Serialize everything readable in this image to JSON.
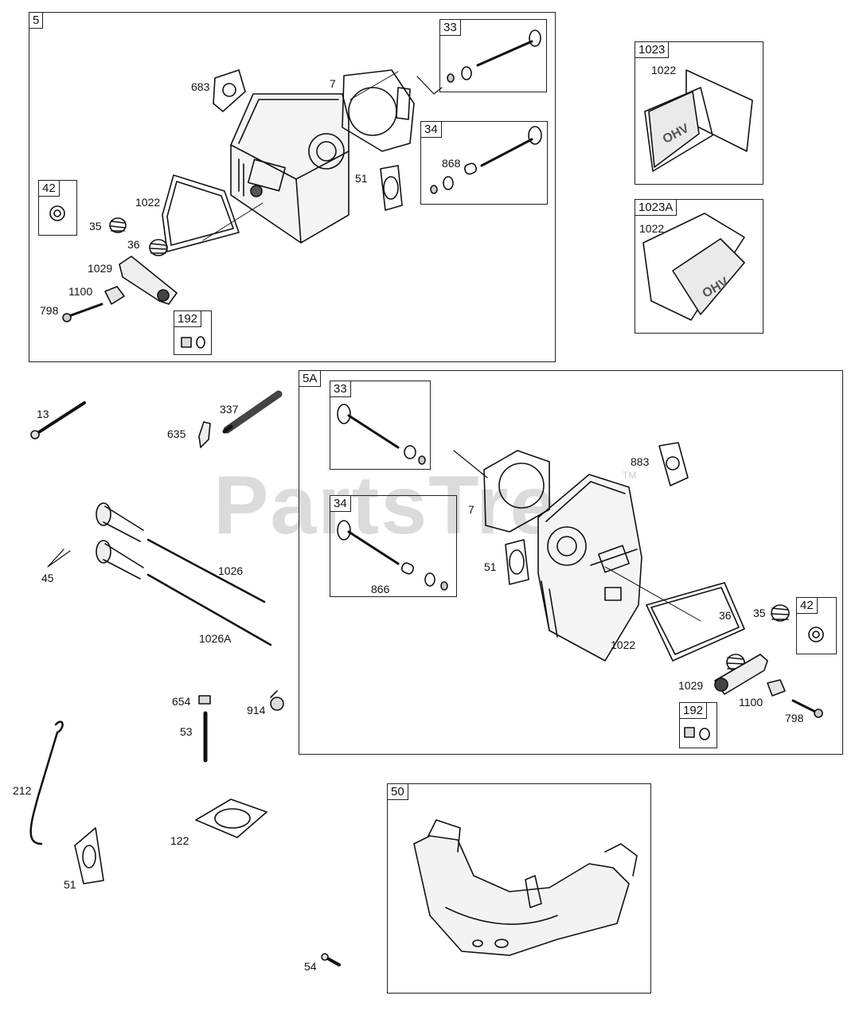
{
  "watermark": {
    "text": "PartsTree",
    "tm": "TM"
  },
  "groups": {
    "g5": {
      "label": "5"
    },
    "g33a": {
      "label": "33"
    },
    "g34a": {
      "label": "34"
    },
    "g42a": {
      "label": "42"
    },
    "g192a": {
      "label": "192"
    },
    "g1023": {
      "label": "1023"
    },
    "g1023A": {
      "label": "1023A"
    },
    "g5A": {
      "label": "5A"
    },
    "g33b": {
      "label": "33"
    },
    "g34b": {
      "label": "34"
    },
    "g42b": {
      "label": "42"
    },
    "g192b": {
      "label": "192"
    },
    "g50": {
      "label": "50"
    }
  },
  "callouts": {
    "c683a": "683",
    "c7a": "7",
    "c868a": "868",
    "c51a": "51",
    "c1022a": "1022",
    "c35a": "35",
    "c36a": "36",
    "c1029a": "1029",
    "c1100a": "1100",
    "c798a": "798",
    "c1022b": "1022",
    "c1022c": "1022",
    "c13": "13",
    "c337": "337",
    "c635": "635",
    "c45": "45",
    "c1026": "1026",
    "c1026A": "1026A",
    "c654": "654",
    "c914": "914",
    "c53": "53",
    "c212": "212",
    "c122": "122",
    "c51c": "51",
    "c54": "54",
    "c883b": "883",
    "c7b": "7",
    "c51b": "51",
    "c866b": "866",
    "c36b": "36",
    "c35b": "35",
    "c1022d": "1022",
    "c1029b": "1029",
    "c1100b": "1100",
    "c798b": "798"
  },
  "cover_text": "OHV"
}
